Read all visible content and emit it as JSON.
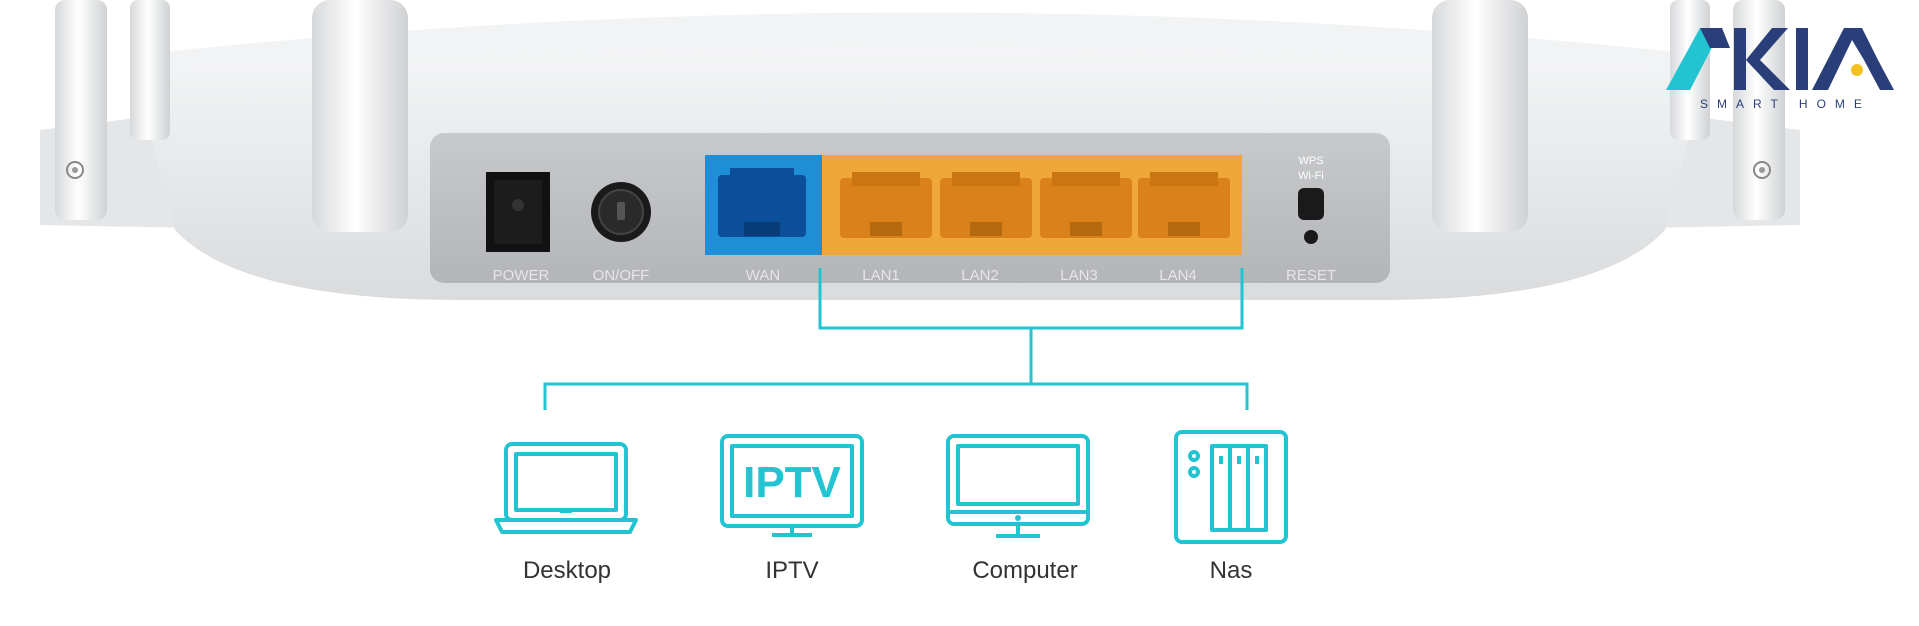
{
  "router": {
    "ports": {
      "power": "POWER",
      "onoff": "ON/OFF",
      "wan": "WAN",
      "lan1": "LAN1",
      "lan2": "LAN2",
      "lan3": "LAN3",
      "lan4": "LAN4"
    },
    "wps_line1": "WPS",
    "wps_line2": "Wi-Fi",
    "reset": "RESET"
  },
  "devices": {
    "desktop": "Desktop",
    "iptv": "IPTV",
    "iptv_screen_text": "IPTV",
    "computer": "Computer",
    "nas": "Nas"
  },
  "logo": {
    "subtitle": "SMART HOME"
  },
  "colors": {
    "accent": "#22c4d2",
    "wan_port": "#1e8fd6",
    "lan_port": "#f0a73a",
    "logo_blue": "#2a3f7a",
    "logo_cyan": "#22c4d2",
    "logo_dot": "#f4c21f"
  }
}
